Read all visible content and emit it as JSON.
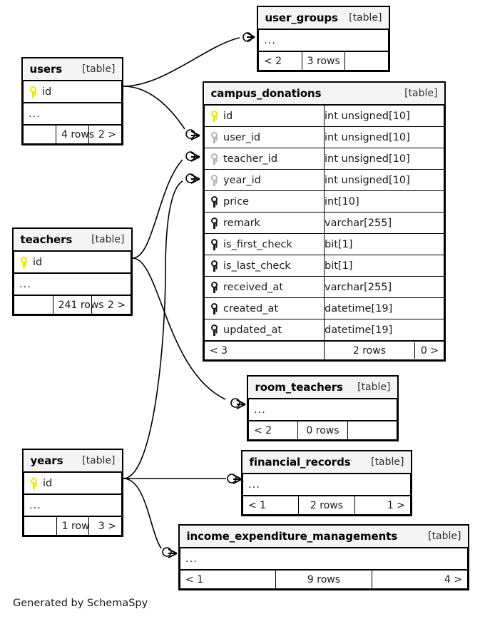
{
  "diagram": {
    "caption": "Generated by SchemaSpy",
    "table_tag": "[table]",
    "ellipsis": "...",
    "icons": {
      "primary_key": "key-icon",
      "foreign_key": "key-icon"
    },
    "colors": {
      "primary_key": "#e9e800",
      "foreign_key": "#b4b4b4",
      "header_background": "#f4f4f4",
      "border": "#000000",
      "background": "#ffffff"
    }
  },
  "tables": {
    "user_groups": {
      "name": "user_groups",
      "tag": "[table]",
      "ellipsis": "...",
      "footer": {
        "left": "< 2",
        "mid": "3 rows",
        "right": ""
      }
    },
    "users": {
      "name": "users",
      "tag": "[table]",
      "ellipsis": "...",
      "columns": [
        {
          "name": "id",
          "key": "pk",
          "type": ""
        }
      ],
      "footer": {
        "left": "",
        "mid": "4 rows",
        "right": "2 >"
      }
    },
    "campus_donations": {
      "name": "campus_donations",
      "tag": "[table]",
      "columns": [
        {
          "name": "id",
          "key": "pk",
          "type": "int unsigned[10]"
        },
        {
          "name": "user_id",
          "key": "fk",
          "type": "int unsigned[10]"
        },
        {
          "name": "teacher_id",
          "key": "fk",
          "type": "int unsigned[10]"
        },
        {
          "name": "year_id",
          "key": "fk",
          "type": "int unsigned[10]"
        },
        {
          "name": "price",
          "key": "none",
          "type": "int[10]"
        },
        {
          "name": "remark",
          "key": "none",
          "type": "varchar[255]"
        },
        {
          "name": "is_first_check",
          "key": "none",
          "type": "bit[1]"
        },
        {
          "name": "is_last_check",
          "key": "none",
          "type": "bit[1]"
        },
        {
          "name": "received_at",
          "key": "none",
          "type": "varchar[255]"
        },
        {
          "name": "created_at",
          "key": "none",
          "type": "datetime[19]"
        },
        {
          "name": "updated_at",
          "key": "none",
          "type": "datetime[19]"
        }
      ],
      "footer": {
        "left": "< 3",
        "mid": "2 rows",
        "right": "0 >"
      }
    },
    "teachers": {
      "name": "teachers",
      "tag": "[table]",
      "ellipsis": "...",
      "columns": [
        {
          "name": "id",
          "key": "pk",
          "type": ""
        }
      ],
      "footer": {
        "left": "",
        "mid": "241 rows",
        "right": "2 >"
      }
    },
    "room_teachers": {
      "name": "room_teachers",
      "tag": "[table]",
      "ellipsis": "...",
      "footer": {
        "left": "< 2",
        "mid": "0 rows",
        "right": ""
      }
    },
    "years": {
      "name": "years",
      "tag": "[table]",
      "ellipsis": "...",
      "columns": [
        {
          "name": "id",
          "key": "pk",
          "type": ""
        }
      ],
      "footer": {
        "left": "",
        "mid": "1 row",
        "right": "3 >"
      }
    },
    "financial_records": {
      "name": "financial_records",
      "tag": "[table]",
      "ellipsis": "...",
      "footer": {
        "left": "< 1",
        "mid": "2 rows",
        "right": "1 >"
      }
    },
    "income_expenditure_managements": {
      "name": "income_expenditure_managements",
      "tag": "[table]",
      "ellipsis": "...",
      "footer": {
        "left": "< 1",
        "mid": "9 rows",
        "right": "4 >"
      }
    }
  },
  "relationships": [
    {
      "from": "users",
      "to": "user_groups"
    },
    {
      "from": "users",
      "to": "campus_donations.user_id"
    },
    {
      "from": "teachers",
      "to": "campus_donations.teacher_id"
    },
    {
      "from": "teachers",
      "to": "room_teachers"
    },
    {
      "from": "years",
      "to": "campus_donations.year_id"
    },
    {
      "from": "years",
      "to": "financial_records"
    },
    {
      "from": "years",
      "to": "income_expenditure_managements"
    }
  ]
}
